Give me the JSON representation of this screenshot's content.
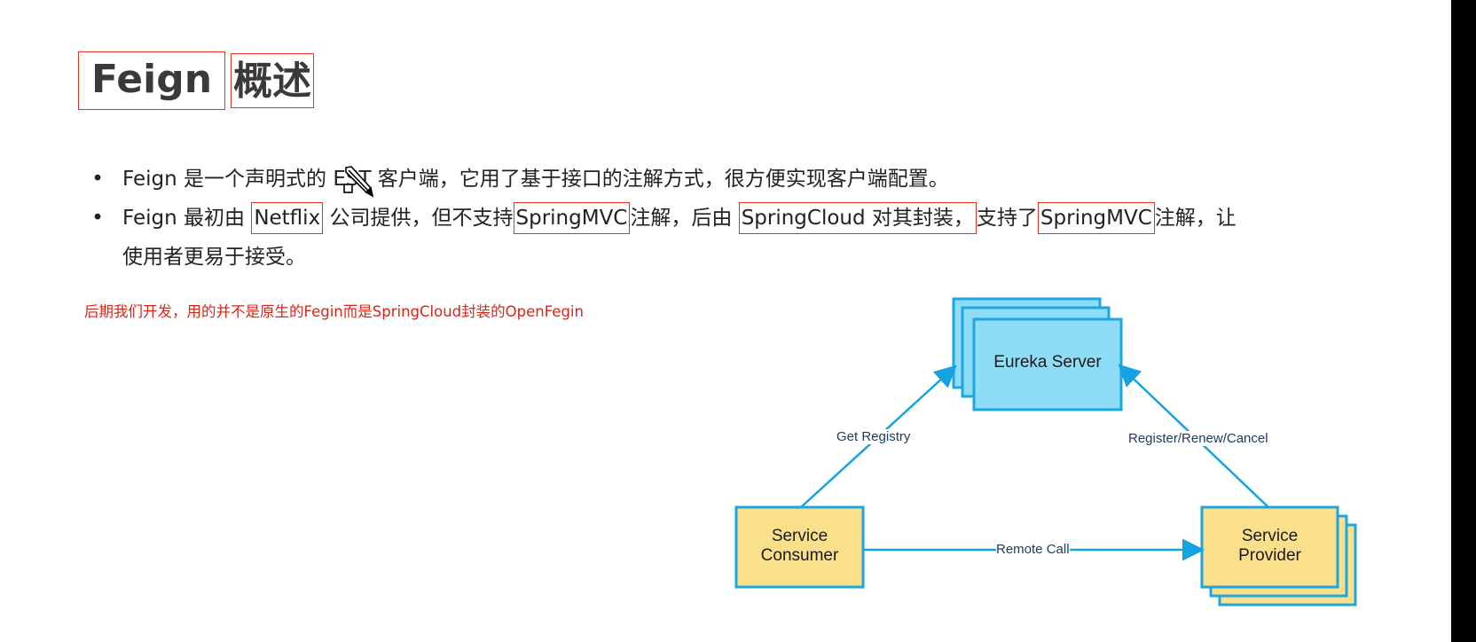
{
  "title": {
    "word1": "Feign",
    "word2": "概述"
  },
  "bullets": [
    {
      "parts": [
        "Feign 是一个声明式的 ",
        "EST 客户端，它用了基于接口的注解方式，很方便实现客户端配置。"
      ]
    },
    {
      "parts": [
        "Feign 最初由 ",
        "Netflix",
        " 公司提供，但不支持",
        "SpringMVC",
        "注解，后由 ",
        "SpringCloud 对其封装，",
        "支持了",
        "SpringMVC",
        "注解，让使用者更易于接受。"
      ]
    }
  ],
  "note": "后期我们开发，用的并不是原生的Fegin而是SpringCloud封装的OpenFegin",
  "diagram": {
    "server": "Eureka Server",
    "consumer": [
      "Service",
      "Consumer"
    ],
    "provider": [
      "Service",
      "Provider"
    ],
    "edges": {
      "get_registry": "Get Registry",
      "register": "Register/Renew/Cancel",
      "remote_call": "Remote Call"
    }
  },
  "colors": {
    "highlight_box": "#e0341c",
    "note_text": "#d4261a",
    "server_fill": "#8fdcf6",
    "server_stroke": "#1ea6e0",
    "service_fill": "#fbe08c",
    "service_stroke": "#1ea6e0",
    "arrow": "#14a3e0"
  }
}
